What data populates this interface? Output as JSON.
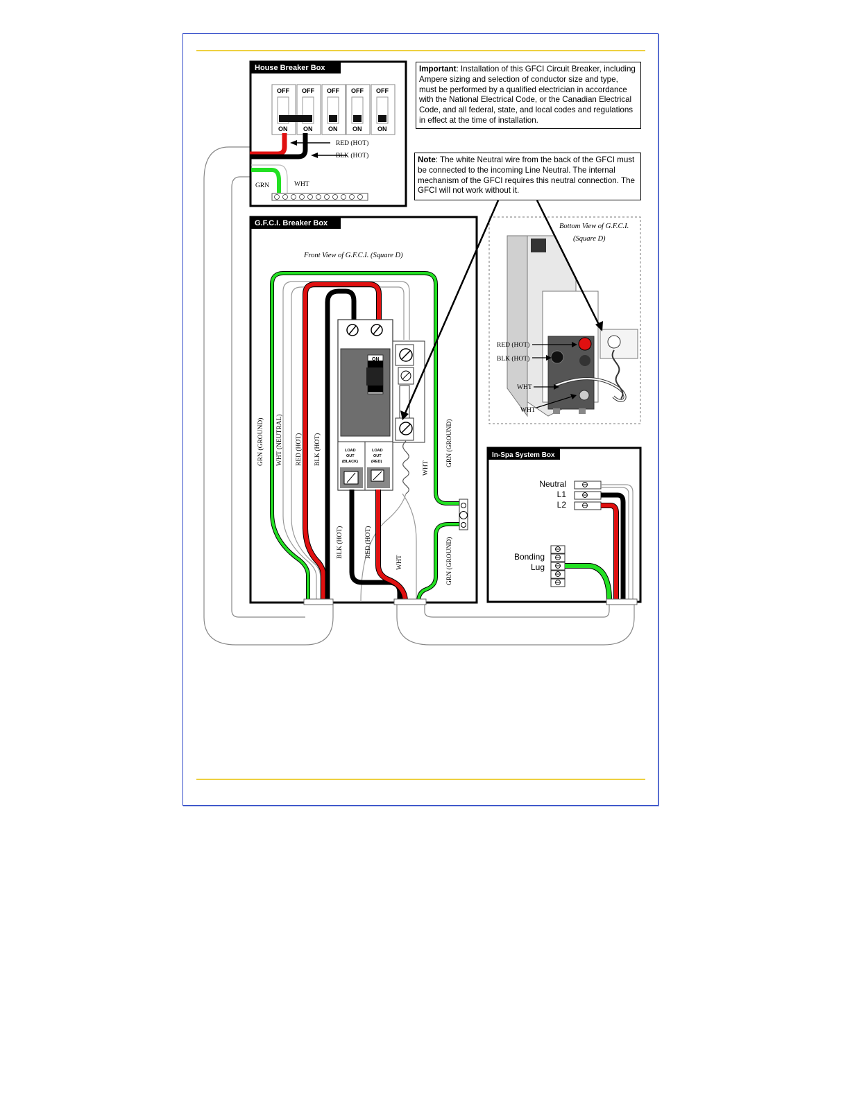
{
  "boxes": {
    "house": "House Breaker Box",
    "gfci": "G.F.C.I. Breaker Box",
    "spa": "In-Spa System Box"
  },
  "house_breakers": {
    "off": "OFF",
    "on": "ON",
    "red_hot": "RED (HOT)",
    "blk_hot": "BLK (HOT)",
    "grn": "GRN",
    "wht": "WHT"
  },
  "notes": {
    "important_label": "Important",
    "important_text": ": Installation of this GFCI Circuit Breaker, including Ampere sizing and selection of conductor size and type, must be performed by a qualified electrician in accordance with the National Electrical Code, or the Canadian Electrical Code, and all federal, state, and local codes and regulations in effect at the time of installation.",
    "note_label": "Note",
    "note_text": ": The white Neutral wire from the back of the GFCI must be connected to the incoming Line Neutral. The internal mechanism of the GFCI requires this neutral connection. The GFCI will not work without it."
  },
  "gfci": {
    "front_view": "Front View of G.F.C.I. (Square D)",
    "on": "ON",
    "off": "OFF",
    "load_black": [
      "LOAD",
      "OUT",
      "(BLACK)"
    ],
    "load_red": [
      "LOAD",
      "OUT",
      "(RED)"
    ],
    "grn_ground": "GRN (GROUND)",
    "wht_neutral": "WHT (NEUTRAL)",
    "red_hot": "RED (HOT)",
    "blk_hot": "BLK (HOT)",
    "wht": "WHT"
  },
  "bottom_view": {
    "title_line1": "Bottom View of G.F.C.I.",
    "title_line2": "(Square D)",
    "red_hot": "RED (HOT)",
    "blk_hot": "BLK (HOT)",
    "wht1": "WHT",
    "wht2": "WHT"
  },
  "spa": {
    "neutral": "Neutral",
    "l1": "L1",
    "l2": "L2",
    "bonding": "Bonding",
    "lug": "Lug"
  },
  "colors": {
    "frame_border": "#2f49c8",
    "rule": "#e8c000",
    "green_wire": "#22e022",
    "red_wire": "#e01010",
    "black_wire": "#000000"
  }
}
